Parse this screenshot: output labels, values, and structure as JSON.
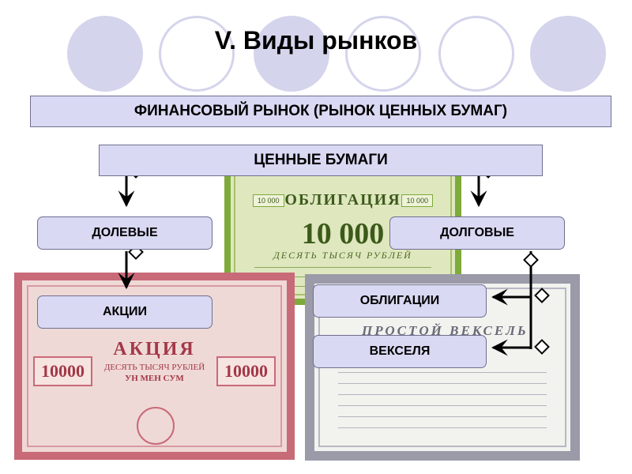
{
  "title": "V. Виды рынков",
  "market_header": "ФИНАНСОВЫЙ РЫНОК (РЫНОК ЦЕННЫХ БУМАГ)",
  "securities": "ЦЕННЫЕ БУМАГИ",
  "categories": {
    "equity": "ДОЛЕВЫЕ",
    "debt": "ДОЛГОВЫЕ"
  },
  "instruments": {
    "shares": "АКЦИИ",
    "bonds": "ОБЛИГАЦИИ",
    "bills": "ВЕКСЕЛЯ"
  },
  "images": {
    "bond": {
      "title": "ОБЛИГАЦИЯ",
      "amount": "10 000",
      "corner_amount": "10 000",
      "words": "ДЕСЯТЬ ТЫСЯЧ РУБЛЕЙ"
    },
    "share": {
      "title": "АКЦИЯ",
      "amount": "10000",
      "words": "ДЕСЯТЬ ТЫСЯЧ РУБЛЕЙ",
      "words_alt": "УН МЕН СУМ"
    },
    "bill": {
      "title": "ПРОСТОЙ ВЕКСЕЛЬ"
    }
  },
  "colors": {
    "box_fill": "#d9d9f3",
    "circle_fill": "#d4d4ec",
    "bond_green": "#7eaa3a",
    "share_red": "#c86a78",
    "bill_gray": "#9a9aa8"
  }
}
